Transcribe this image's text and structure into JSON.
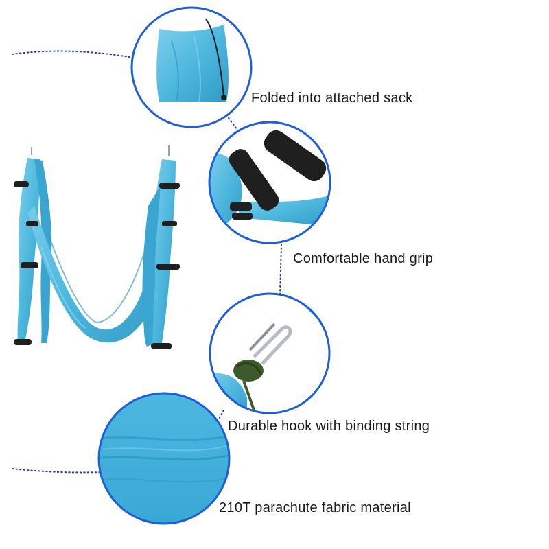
{
  "colors": {
    "fabric": "#4fb8de",
    "fabric_shadow": "#2e93be",
    "fabric_highlight": "#8ad6f0",
    "circle_border": "#1e5fd8",
    "dotted_line": "#2a3e9c",
    "grip": "#1f1f1f",
    "cord": "#3d5a2a",
    "metal": "#b8bcc2"
  },
  "features": [
    {
      "id": "sack",
      "label": "Folded into attached sack",
      "icon": "drawstring-bag-icon"
    },
    {
      "id": "grip",
      "label": "Comfortable hand grip",
      "icon": "foam-handle-icon"
    },
    {
      "id": "hook",
      "label": "Durable hook with binding string",
      "icon": "carabiner-icon"
    },
    {
      "id": "fabric",
      "label": "210T parachute fabric material",
      "icon": "fabric-closeup-icon"
    }
  ]
}
